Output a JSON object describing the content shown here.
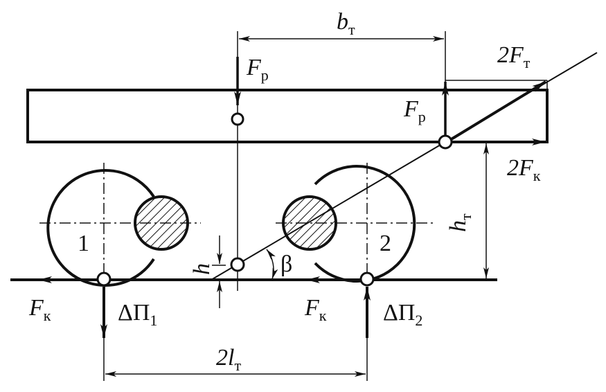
{
  "colors": {
    "ink": "#111111",
    "background": "#ffffff"
  },
  "labels": {
    "b_t": {
      "main": "b",
      "sub": "т"
    },
    "F_p_top": {
      "main": "F",
      "sub": "p"
    },
    "two_F_t": {
      "main": "2F",
      "sub": "т"
    },
    "F_p_right": {
      "main": "F",
      "sub": "p"
    },
    "two_F_k": {
      "main": "2F",
      "sub": "к"
    },
    "h_t": {
      "main": "h",
      "sub": "т"
    },
    "h": {
      "main": "h"
    },
    "beta": {
      "main": "β"
    },
    "wheel_1": {
      "main": "1"
    },
    "wheel_2": {
      "main": "2"
    },
    "F_k_left": {
      "main": "F",
      "sub": "к"
    },
    "dP_1": {
      "main": "ΔП",
      "sub": "1"
    },
    "F_k_mid": {
      "main": "F",
      "sub": "к"
    },
    "dP_2": {
      "main": "ΔП",
      "sub": "2"
    },
    "two_l_t": {
      "main": "2l",
      "sub": "т"
    }
  }
}
